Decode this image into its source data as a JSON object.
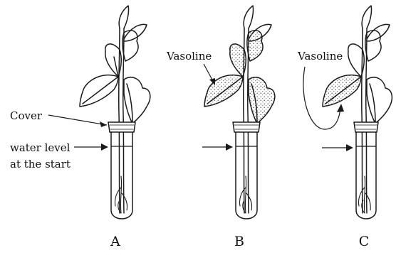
{
  "diagram": {
    "labels": {
      "cover": "Cover",
      "water_level_line1": "water level",
      "water_level_line2": "at the start",
      "vasoline_b": "Vasoline",
      "vasoline_c": "Vasoline"
    },
    "captions": [
      "A",
      "B",
      "C"
    ],
    "stroke_color": "#1a1a1a",
    "stipple_color": "#555555"
  }
}
